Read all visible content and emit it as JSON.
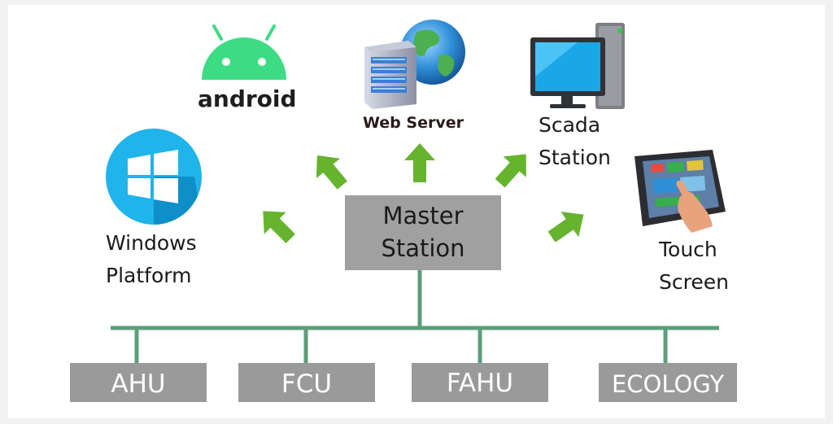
{
  "diagram": {
    "master": {
      "line1": "Master",
      "line2": "Station"
    },
    "clients": {
      "windows": {
        "line1": "Windows",
        "line2": "Platform",
        "icon": "windows-logo-icon"
      },
      "android": {
        "label": "android",
        "icon": "android-robot-icon"
      },
      "web_server": {
        "label": "Web Server",
        "icon": "web-server-globe-icon"
      },
      "scada": {
        "line1": "Scada",
        "line2": "Station",
        "icon": "desktop-computer-icon"
      },
      "touch": {
        "line1": "Touch",
        "line2": "Screen",
        "icon": "touch-panel-icon"
      }
    },
    "units": [
      "AHU",
      "FCU",
      "FAHU",
      "ECOLOGY"
    ],
    "colors": {
      "arrow": "#66b32e",
      "bus": "#5c9e7a",
      "box": "#9a9a9a",
      "android": "#3ddc84",
      "windows": "#1fb4ea"
    }
  }
}
